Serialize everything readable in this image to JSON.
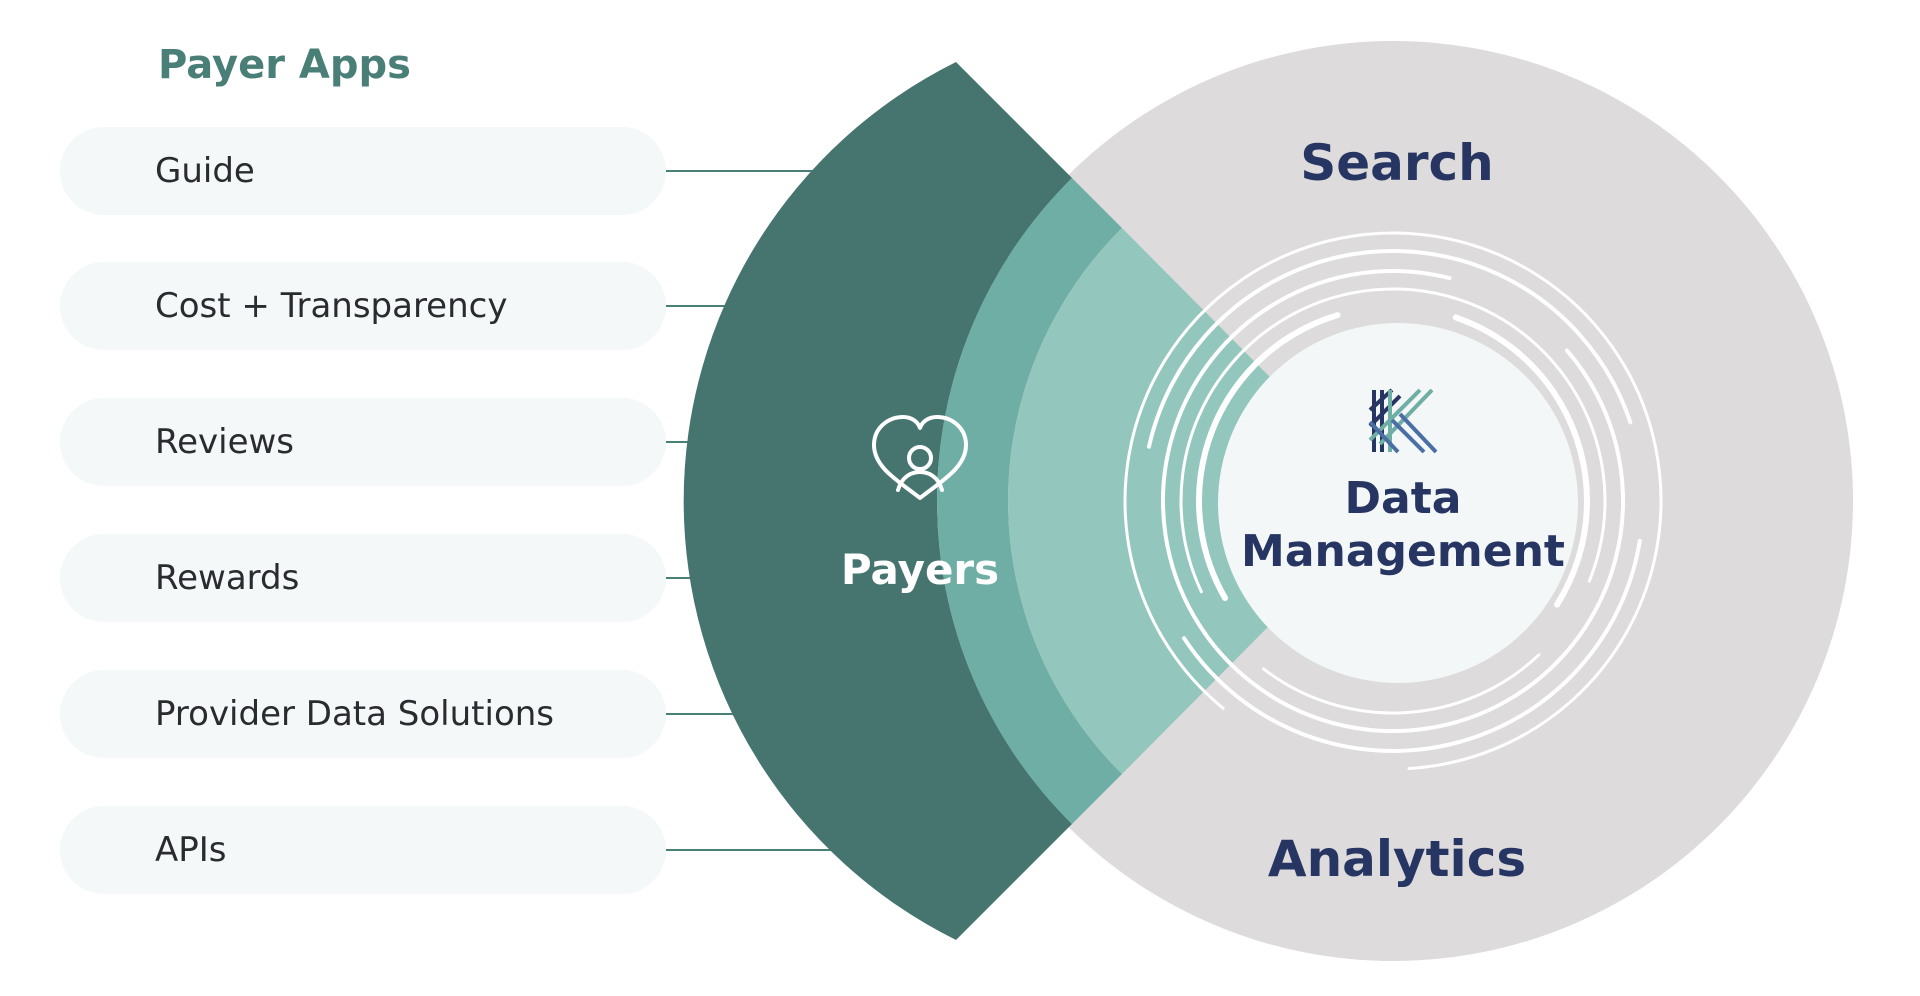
{
  "payer_apps": {
    "title": "Payer Apps",
    "items": [
      {
        "label": "Guide"
      },
      {
        "label": "Cost + Transparency"
      },
      {
        "label": "Reviews"
      },
      {
        "label": "Rewards"
      },
      {
        "label": "Provider Data Solutions"
      },
      {
        "label": "APIs"
      }
    ]
  },
  "payers": {
    "label": "Payers",
    "icon": "heart-person-icon"
  },
  "platform": {
    "top_label": "Search",
    "bottom_label": "Analytics",
    "core_label_line1": "Data",
    "core_label_line2": "Management",
    "logo_icon": "kyruus-k-logo"
  },
  "colors": {
    "section_title": "#4a7f78",
    "pill_bg": "#f4f8f8",
    "payers_dark": "#467570",
    "payers_mid": "#6eaea4",
    "payers_light": "#93c7be",
    "platform_gray": "#dddbdc",
    "core_bg": "#f3f7f7",
    "navy": "#263562"
  }
}
